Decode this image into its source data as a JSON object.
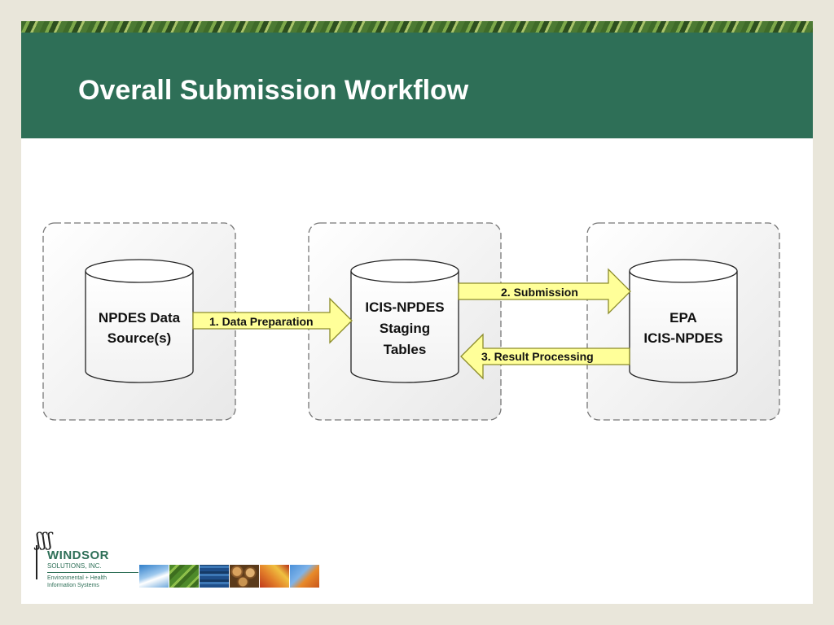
{
  "slide": {
    "title": "Overall Submission Workflow"
  },
  "diagram": {
    "nodes": [
      {
        "id": "source",
        "lines": [
          "NPDES Data",
          "Source(s)"
        ]
      },
      {
        "id": "staging",
        "lines": [
          "ICIS-NPDES",
          "Staging",
          "Tables"
        ]
      },
      {
        "id": "epa",
        "lines": [
          "EPA",
          "ICIS-NPDES"
        ]
      }
    ],
    "edges": [
      {
        "from": "source",
        "to": "staging",
        "label": "1. Data Preparation"
      },
      {
        "from": "staging",
        "to": "epa",
        "label": "2. Submission"
      },
      {
        "from": "epa",
        "to": "staging",
        "label": "3. Result Processing"
      }
    ]
  },
  "logo": {
    "marks": "ʃʃʃ",
    "name": "WINDSOR",
    "inc": "SOLUTIONS, INC.",
    "tagline_1": "Environmental + Health",
    "tagline_2": "Information Systems"
  },
  "colors": {
    "title_bar": "#2e6f57",
    "arrow_fill": "#ffff99",
    "arrow_stroke": "#8c8c2a",
    "panel_stroke": "#777777"
  },
  "tiles": [
    "sky-clouds",
    "green-leaf",
    "water",
    "logs",
    "autumn-leaves",
    "sky-orange-leaves"
  ]
}
